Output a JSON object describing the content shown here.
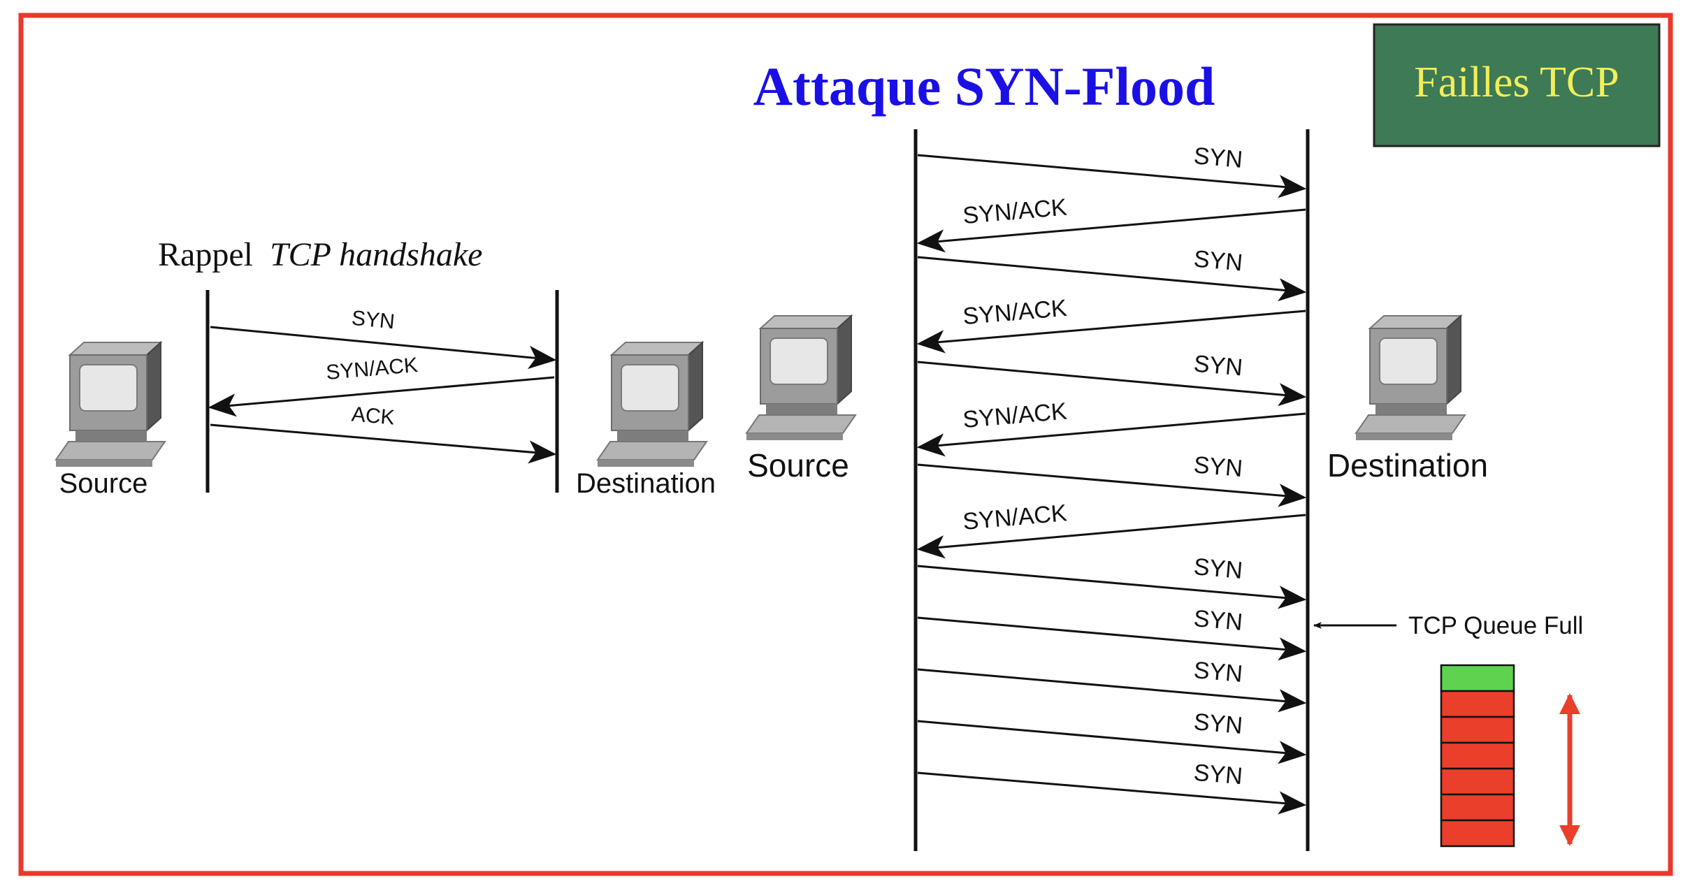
{
  "title": "Attaque SYN-Flood",
  "badge": "Failles TCP",
  "handshake": {
    "caption_prefix": "Rappel",
    "caption_italic": "TCP handshake",
    "source_label": "Source",
    "destination_label": "Destination",
    "messages": [
      "SYN",
      "SYN/ACK",
      "ACK"
    ]
  },
  "flood": {
    "source_label": "Source",
    "destination_label": "Destination",
    "messages": [
      "SYN",
      "SYN/ACK",
      "SYN",
      "SYN/ACK",
      "SYN",
      "SYN/ACK",
      "SYN",
      "SYN/ACK",
      "SYN",
      "SYN",
      "SYN",
      "SYN",
      "SYN"
    ],
    "queue_note": "TCP Queue Full"
  },
  "queue": {
    "filled_slots": 6,
    "free_slots": 1
  },
  "colors": {
    "frame": "#e8392c",
    "title": "#1a10e6",
    "badge_bg": "#3d7a55",
    "badge_text": "#f2ee58",
    "queue_free": "#5fd34f",
    "queue_full": "#ea3f2b",
    "ink": "#111111"
  }
}
